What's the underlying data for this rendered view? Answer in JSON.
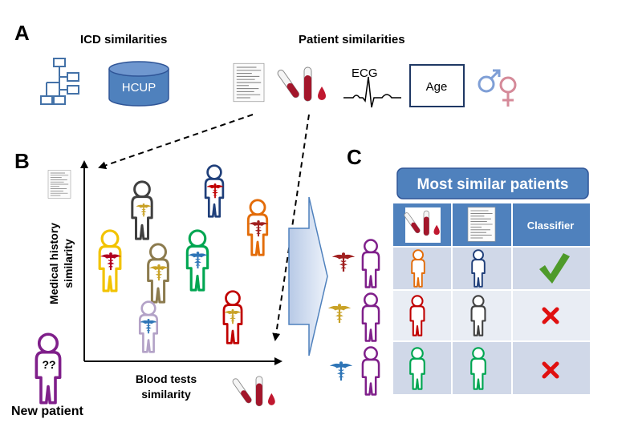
{
  "panels": {
    "a": "A",
    "b": "B",
    "c": "C"
  },
  "icd": {
    "title": "ICD similarities",
    "hcup_label": "HCUP",
    "hierarchy_icon": "hierarchy-tree-icon",
    "database_icon": "database-cylinder-icon"
  },
  "patient": {
    "title": "Patient similarities",
    "ecg_label": "ECG",
    "age_label": "Age",
    "record_icon": "medical-record-icon",
    "blood_icon": "blood-test-tube-icon",
    "ecg_icon": "ecg-waveform-icon",
    "gender_icon": "male-female-icon"
  },
  "plot": {
    "ylabel_line1": "Medical history",
    "ylabel_line2": "similarity",
    "xlabel_line1": "Blood tests",
    "xlabel_line2": "similarity",
    "new_patient_label": "New patient",
    "unknown_mark": "??"
  },
  "table": {
    "title": "Most similar patients",
    "col_classifier": "Classifier",
    "rows": [
      {
        "result": "check",
        "result_icon": "green-check-icon"
      },
      {
        "result": "cross",
        "result_icon": "red-cross-icon"
      },
      {
        "result": "cross",
        "result_icon": "red-cross-icon"
      }
    ]
  },
  "colors": {
    "blue_icon": "#4472a8",
    "table_header": "#4f81bd",
    "table_row": "#d0d8e8",
    "table_row_alt": "#e9edf4",
    "purple": "#7f1f8a",
    "orange": "#e36c09",
    "navy": "#1f3f7a",
    "red": "#c00000",
    "gray": "#404040",
    "green": "#00a651",
    "yellow": "#f2c300",
    "olive": "#8c7b4e",
    "lavender": "#b3a2c7",
    "check_green": "#4e9a2a",
    "cross_red": "#e01010"
  }
}
